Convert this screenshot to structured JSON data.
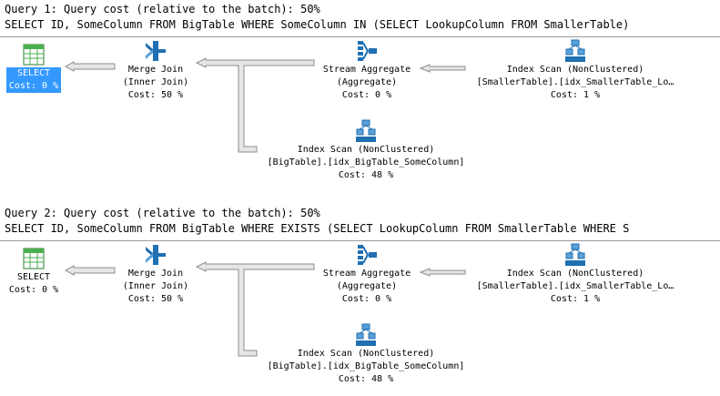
{
  "queries": [
    {
      "header": "Query 1: Query cost (relative to the batch): 50%",
      "sql": "SELECT ID, SomeColumn FROM BigTable WHERE SomeColumn IN (SELECT LookupColumn FROM SmallerTable)",
      "nodes": {
        "select": {
          "l1": "SELECT",
          "cost": "Cost: 0 %"
        },
        "merge": {
          "l1": "Merge Join",
          "l2": "(Inner Join)",
          "cost": "Cost: 50 %"
        },
        "stream": {
          "l1": "Stream Aggregate",
          "l2": "(Aggregate)",
          "cost": "Cost: 0 %"
        },
        "scan_small": {
          "l1": "Index Scan (NonClustered)",
          "l2": "[SmallerTable].[idx_SmallerTable_Lo…",
          "cost": "Cost: 1 %"
        },
        "scan_big": {
          "l1": "Index Scan (NonClustered)",
          "l2": "[BigTable].[idx_BigTable_SomeColumn]",
          "cost": "Cost: 48 %"
        }
      }
    },
    {
      "header": "Query 2: Query cost (relative to the batch): 50%",
      "sql": "SELECT ID, SomeColumn FROM BigTable WHERE EXISTS (SELECT LookupColumn FROM SmallerTable WHERE S",
      "nodes": {
        "select": {
          "l1": "SELECT",
          "cost": "Cost: 0 %"
        },
        "merge": {
          "l1": "Merge Join",
          "l2": "(Inner Join)",
          "cost": "Cost: 50 %"
        },
        "stream": {
          "l1": "Stream Aggregate",
          "l2": "(Aggregate)",
          "cost": "Cost: 0 %"
        },
        "scan_small": {
          "l1": "Index Scan (NonClustered)",
          "l2": "[SmallerTable].[idx_SmallerTable_Lo…",
          "cost": "Cost: 1 %"
        },
        "scan_big": {
          "l1": "Index Scan (NonClustered)",
          "l2": "[BigTable].[idx_BigTable_SomeColumn]",
          "cost": "Cost: 48 %"
        }
      }
    }
  ],
  "icons": {
    "select": "select-table-icon",
    "merge": "merge-join-icon",
    "stream": "stream-aggregate-icon",
    "scan": "index-scan-icon"
  },
  "colors": {
    "selection": "#3399ff",
    "arrow_fill": "#e6e6e6",
    "arrow_stroke": "#8c8c8c"
  }
}
